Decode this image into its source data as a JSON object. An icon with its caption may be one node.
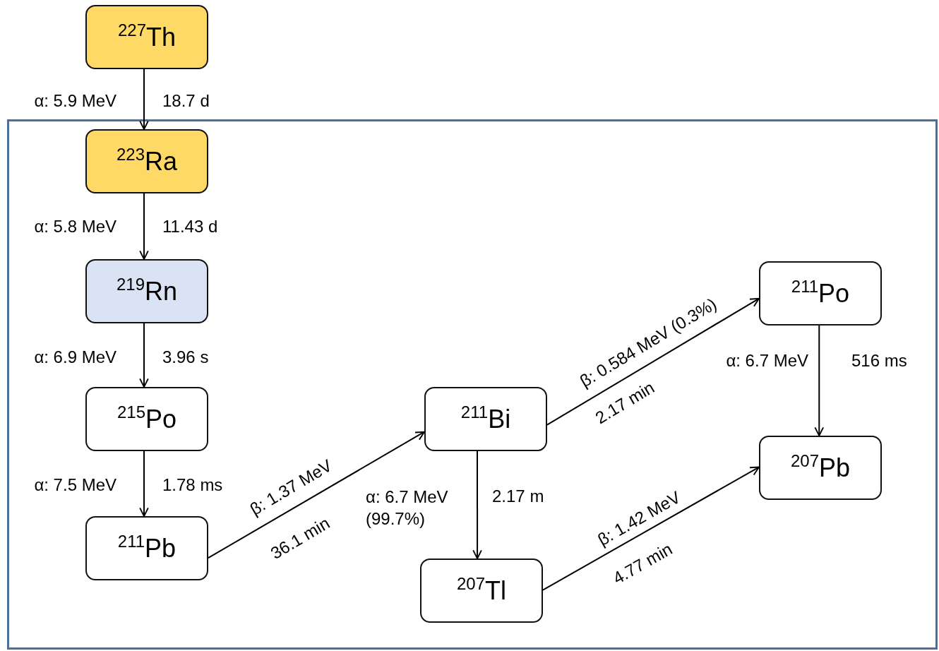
{
  "diagram": {
    "nodes": [
      {
        "text": [
          "$^{227}$Th"
        ]
      },
      {
        "text": [],
        "shape": "box"
      },
      {
        "text": [
          "$^{223}$Ra"
        ],
        "in": 1
      },
      {
        "text": [
          "$^{219}$Rn"
        ],
        "in": 1
      },
      {
        "text": [
          "$^{215}$Po"
        ],
        "in": 1
      },
      {
        "text": [
          "$^{211}$Pb"
        ],
        "in": 1
      },
      {
        "text": [
          "$^{211}$Bi"
        ],
        "in": 1
      },
      {
        "text": [
          "$^{211}$Po"
        ],
        "in": 1
      },
      {
        "text": [
          "$^{207}$Pb"
        ],
        "in": 1
      },
      {
        "text": [
          "$^{207}$Tl"
        ],
        "in": 1
      }
    ],
    "edges": [
      {
        "from": 0,
        "to": 2,
        "arrow": "to",
        "label": "α: 5.9 MeV"
      },
      {
        "from": 2,
        "to": 3,
        "arrow": "to",
        "label": "α: 5.8 MeV"
      },
      {
        "from": 3,
        "to": 4,
        "arrow": "to",
        "label": "α: 6.9 MeV"
      },
      {
        "from": 4,
        "to": 5,
        "arrow": "to",
        "label": "α: 7.5 MeV"
      },
      {
        "from": 5,
        "to": 6,
        "arrow": "to",
        "label": "β: 1.37 MeV"
      },
      {
        "from": 6,
        "to": 7,
        "arrow": "to",
        "label": "β: 0.584 MeV (0.3%)"
      },
      {
        "from": 7,
        "to": 8,
        "arrow": "to",
        "label": "α: 6.7 MeV"
      },
      {
        "from": 6,
        "to": 9,
        "arrow": "to",
        "label": "α: 6.7 MeV (99.7%)"
      },
      {
        "from": 9,
        "to": 8,
        "arrow": "to",
        "label": "β: 1.42 MeV"
      }
    ],
    "labels": [
      "18.7 d",
      "11.43 d",
      "3.96 s",
      "1.78 ms",
      "36.1 min",
      "2.17 min",
      "516 ms",
      "2.17 m",
      "4.77 min"
    ]
  }
}
